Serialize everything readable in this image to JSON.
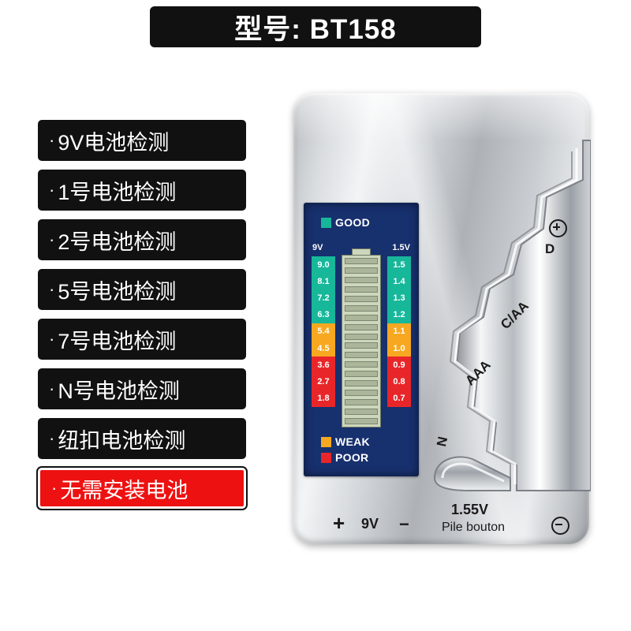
{
  "title": {
    "text": "型号: BT158"
  },
  "features": [
    {
      "label": "9V电池检测",
      "highlight": false
    },
    {
      "label": "1号电池检测",
      "highlight": false
    },
    {
      "label": "2号电池检测",
      "highlight": false
    },
    {
      "label": "5号电池检测",
      "highlight": false
    },
    {
      "label": "7号电池检测",
      "highlight": false
    },
    {
      "label": "N号电池检测",
      "highlight": false
    },
    {
      "label": "纽扣电池检测",
      "highlight": false
    },
    {
      "label": "无需安装电池",
      "highlight": true
    }
  ],
  "bullet": "·",
  "device": {
    "lcd": {
      "good_label": "GOOD",
      "weak_label": "WEAK",
      "poor_label": "POOR",
      "header_left": "9V",
      "header_right": "1.5V",
      "scale_left": [
        "9.0",
        "8.1",
        "7.2",
        "6.3",
        "5.4",
        "4.5",
        "3.6",
        "2.7",
        "1.8"
      ],
      "scale_right": [
        "1.5",
        "1.4",
        "1.3",
        "1.2",
        "1.1",
        "1.0",
        "0.9",
        "0.8",
        "0.7"
      ],
      "colors_good": "#17b79a",
      "colors_weak": "#f7a820",
      "colors_poor": "#e8262a",
      "scale_colors": [
        "#17b79a",
        "#17b79a",
        "#17b79a",
        "#17b79a",
        "#f7a820",
        "#f7a820",
        "#e8262a",
        "#e8262a",
        "#e8262a"
      ]
    },
    "slot_labels": {
      "d": "D",
      "caa": "C/AA",
      "aaa": "AAA",
      "n": "N"
    },
    "bottom": {
      "plus": "+",
      "nine_volt": "9V",
      "minus": "−",
      "coin_voltage": "1.55V",
      "coin_text": "Pile bouton"
    }
  }
}
